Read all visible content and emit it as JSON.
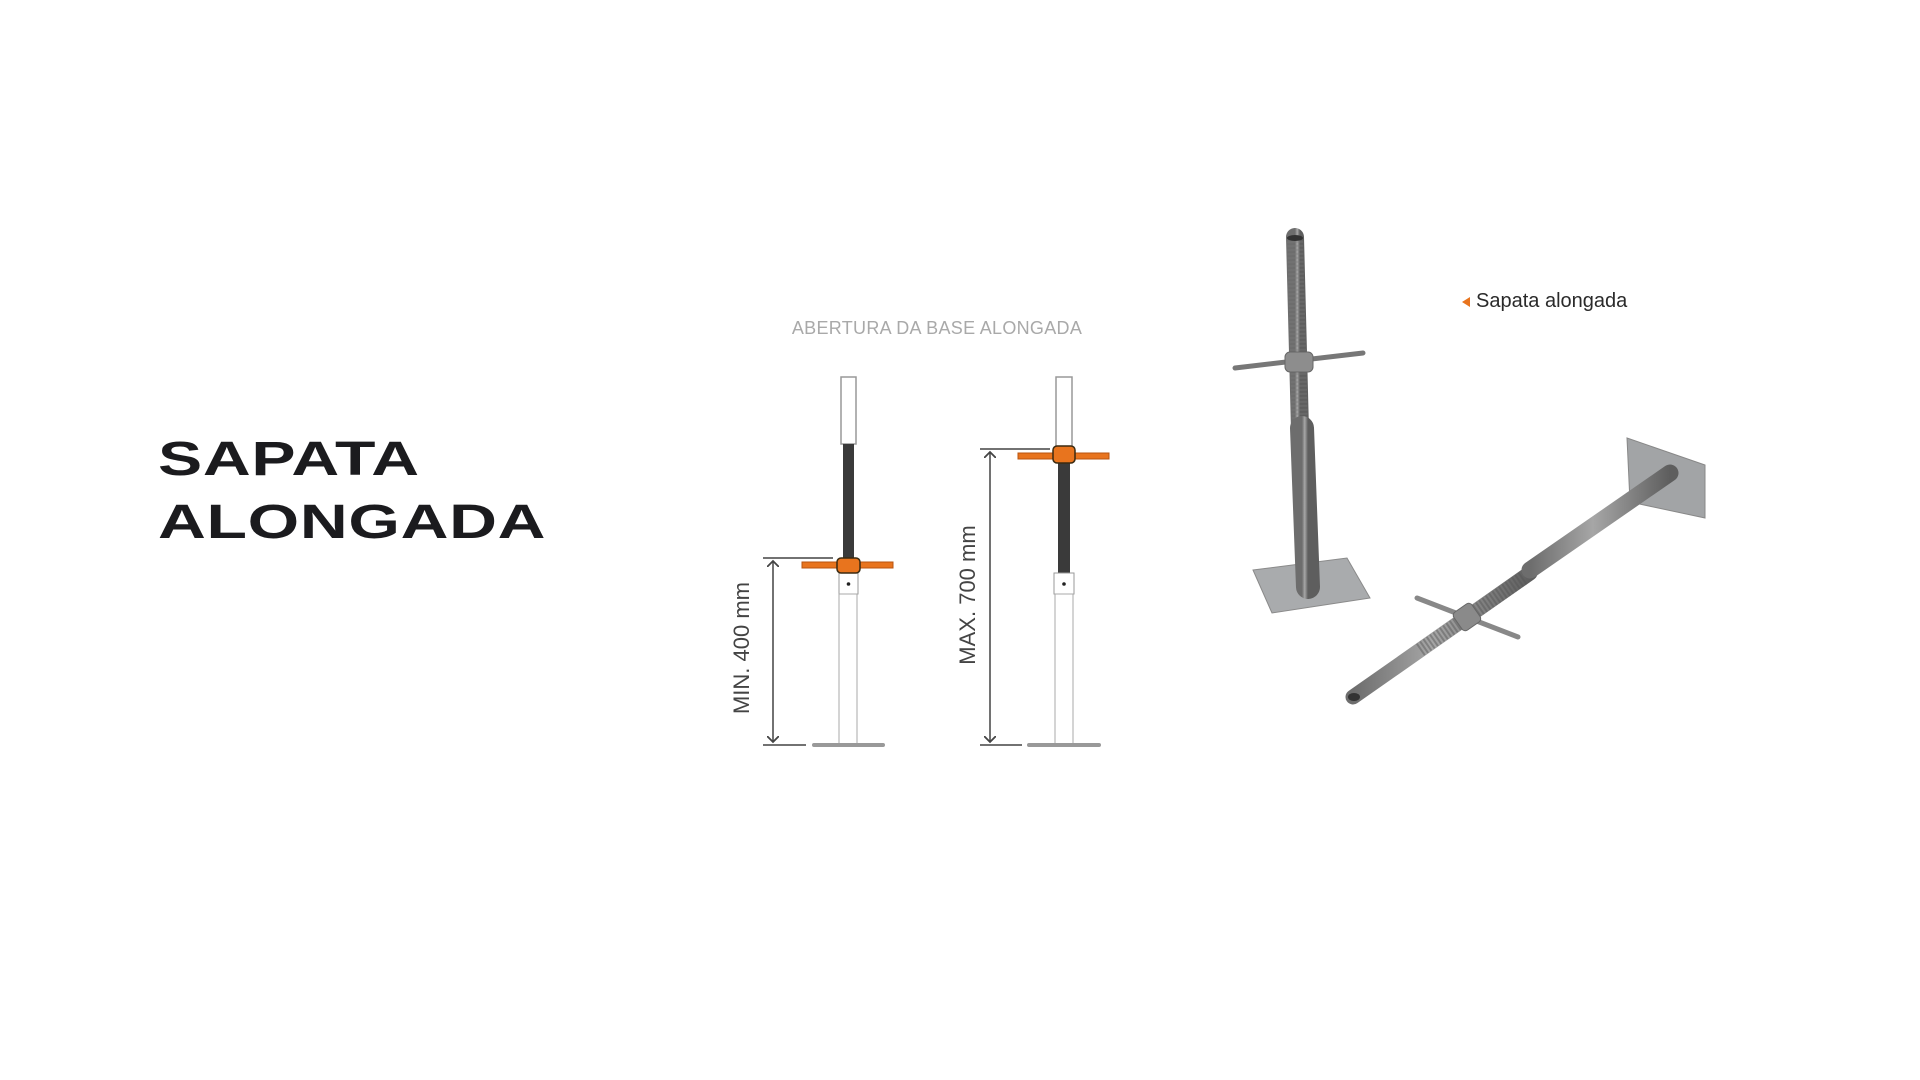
{
  "heading": {
    "line1": "SAPATA",
    "line2": "ALONGADA"
  },
  "diagram": {
    "title": "ABERTURA DA BASE ALONGADA",
    "min_label": "MIN. 400 mm",
    "max_label": "MAX. 700 mm",
    "accent_color": "#e8741e"
  },
  "photo": {
    "label": "Sapata alongada",
    "label_icon": "triangle-left-icon"
  }
}
